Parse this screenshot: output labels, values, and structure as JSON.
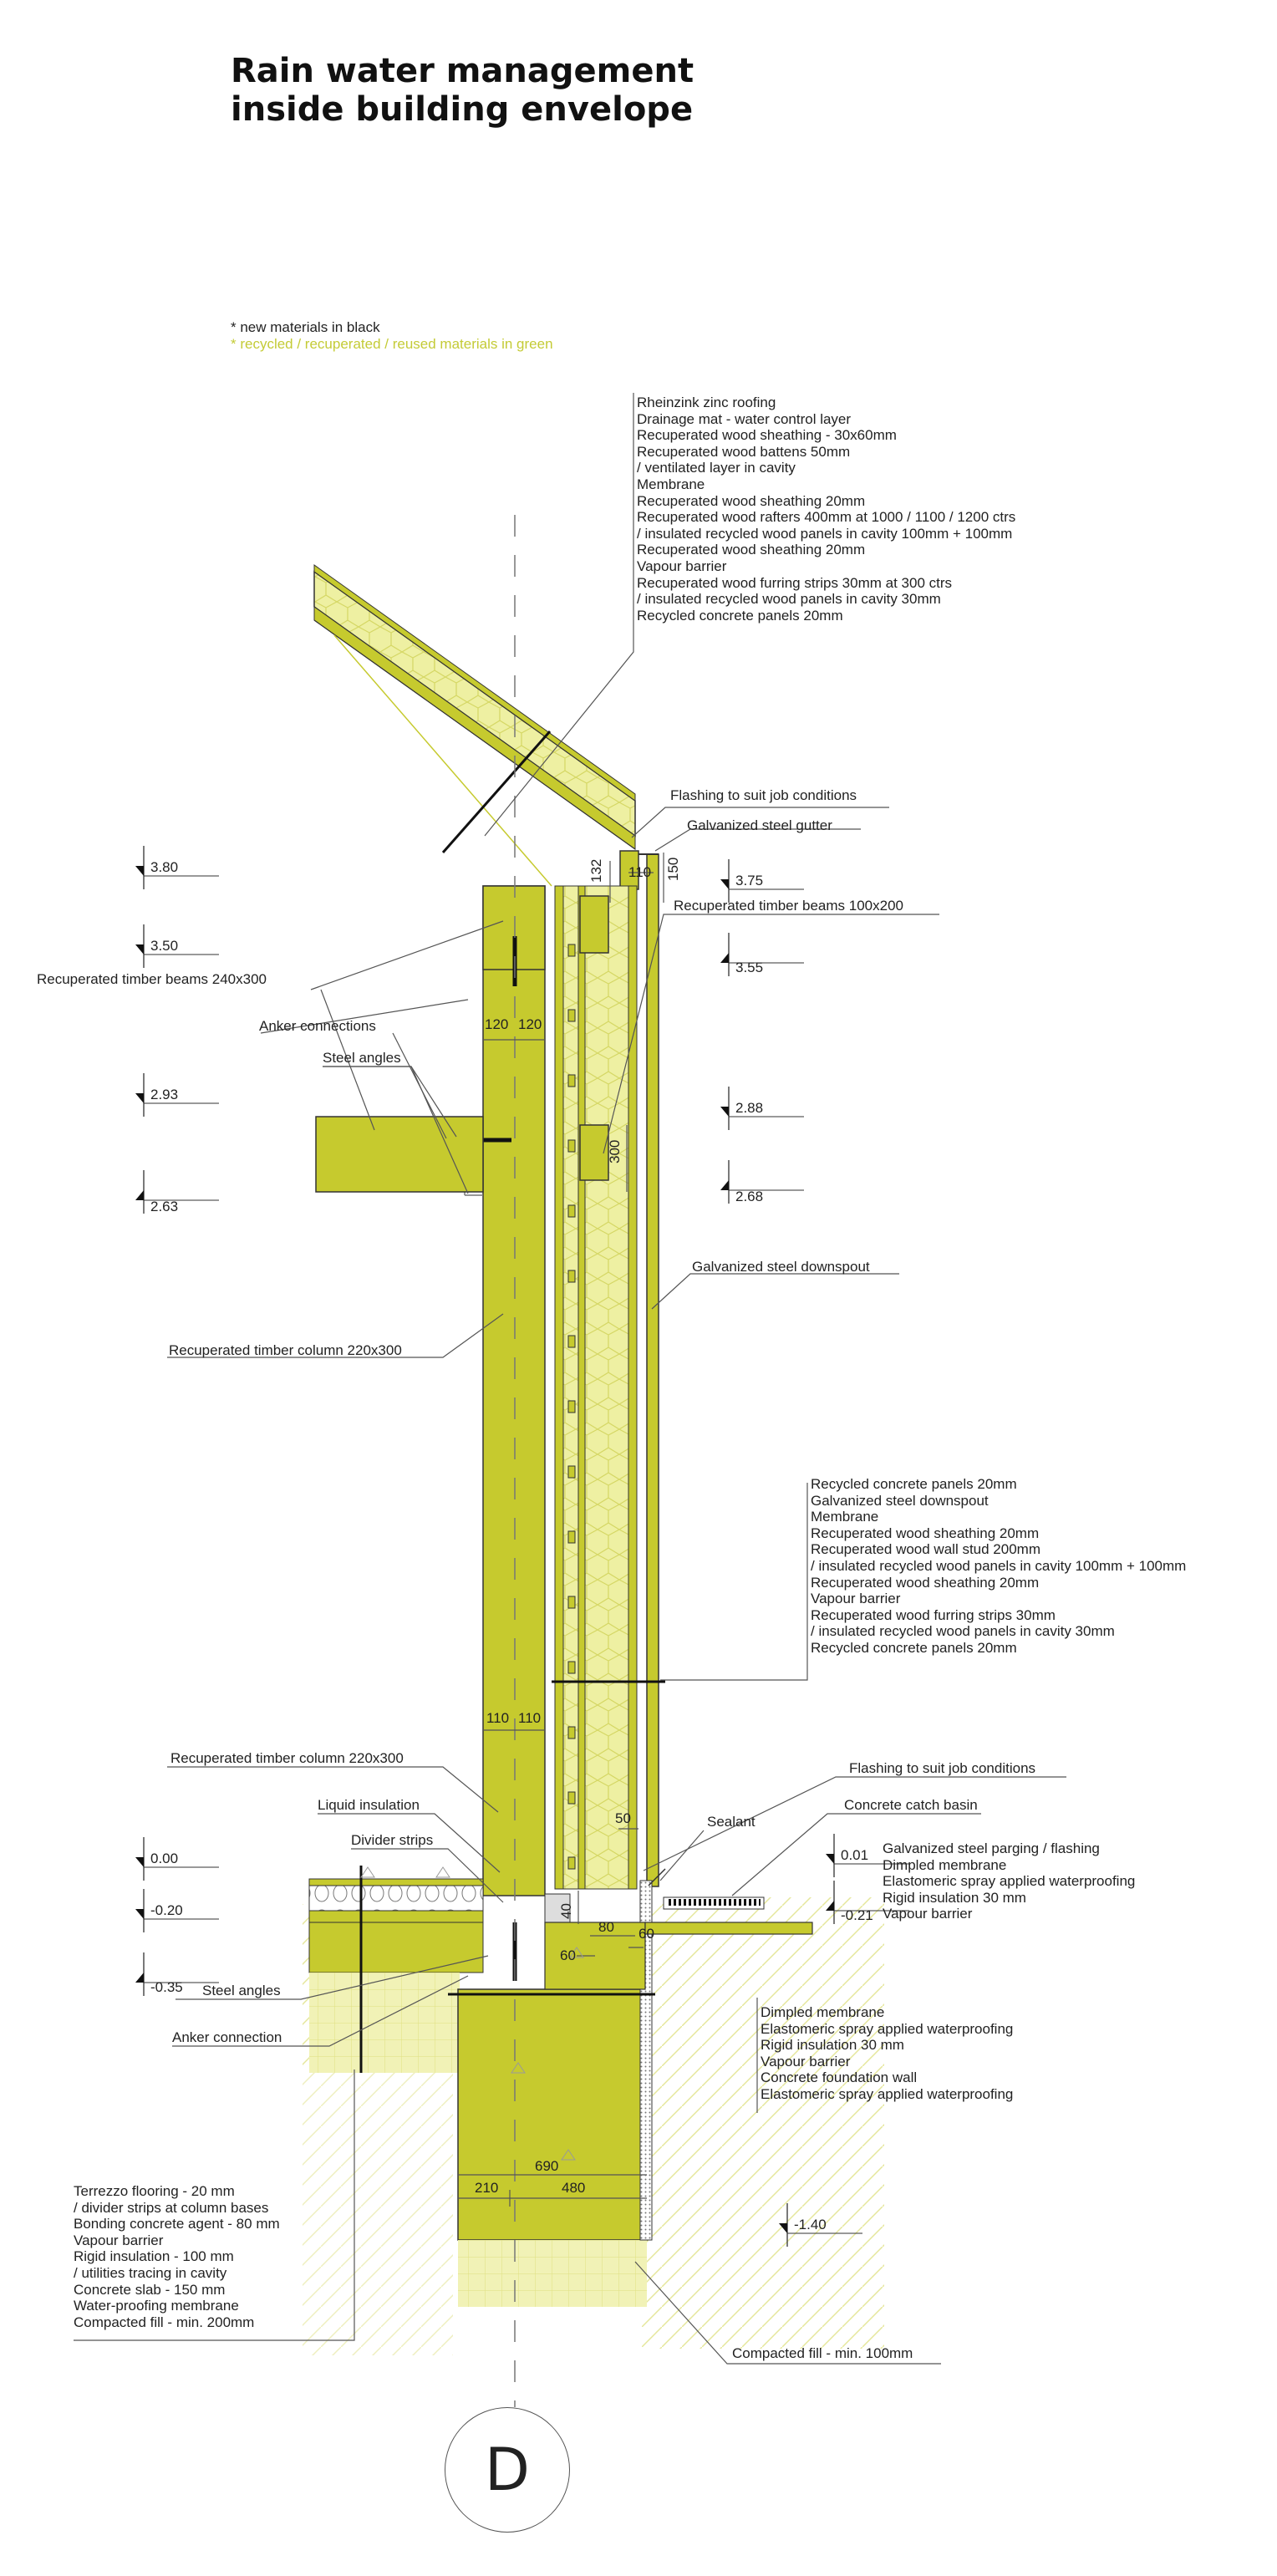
{
  "title": [
    "Rain water management",
    "inside building envelope"
  ],
  "legend": {
    "new": "* new materials in black",
    "recycled": "* recycled / recuperated / reused materials in green"
  },
  "colors": {
    "material": "#c6ca2e",
    "insulation": "#eef0a2",
    "line": "#222222",
    "legend_green": "#c4cb36"
  },
  "notes": {
    "roof": [
      "Rheinzink zinc roofing",
      "Drainage mat - water control layer",
      "Recuperated wood sheathing - 30x60mm",
      "Recuperated wood battens 50mm",
      " / ventilated layer in cavity",
      "Membrane",
      "Recuperated wood sheathing 20mm",
      "Recuperated wood rafters 400mm at 1000 / 1100 / 1200 ctrs",
      " / insulated recycled wood panels in cavity 100mm + 100mm",
      "Recuperated wood sheathing 20mm",
      "Vapour barrier",
      "Recuperated wood furring strips 30mm at 300 ctrs",
      " / insulated recycled wood panels in cavity 30mm",
      "Recycled concrete panels 20mm"
    ],
    "wall": [
      "Recycled concrete panels 20mm",
      "Galvanized steel downspout",
      "Membrane",
      "Recuperated wood sheathing 20mm",
      "Recuperated wood wall stud 200mm",
      " / insulated recycled wood panels in cavity 100mm + 100mm",
      "Recuperated wood sheathing 20mm",
      "Vapour barrier",
      "Recuperated wood furring strips 30mm",
      " / insulated recycled wood panels in cavity 30mm",
      "Recycled concrete panels 20mm"
    ],
    "parging": [
      "Galvanized steel parging / flashing",
      "Dimpled membrane",
      "Elastomeric spray applied waterproofing",
      "Rigid insulation 30 mm",
      "Vapour barrier"
    ],
    "foundation": [
      "Dimpled membrane",
      "Elastomeric spray applied waterproofing",
      "Rigid insulation 30 mm",
      "Vapour barrier",
      "Concrete foundation wall",
      "Elastomeric spray applied waterproofing"
    ],
    "floor": [
      "Terrezzo flooring - 20 mm",
      " / divider strips at column bases",
      "Bonding concrete agent - 80 mm",
      "Vapour barrier",
      "Rigid insulation - 100 mm",
      " / utilities tracing in cavity",
      "Concrete slab - 150 mm",
      "Water-proofing membrane",
      "Compacted fill - min. 200mm"
    ]
  },
  "labels": {
    "flashing_top": "Flashing to suit job conditions",
    "gutter": "Galvanized steel gutter",
    "beams_100": "Recuperated timber beams 100x200",
    "beams_240": "Recuperated timber beams 240x300",
    "anker_top": "Anker connections",
    "angles_top": "Steel angles",
    "downspout": "Galvanized steel downspout",
    "column_top": "Recuperated timber column 220x300",
    "column_bottom": "Recuperated timber column 220x300",
    "liquid": "Liquid insulation",
    "divider": "Divider strips",
    "flashing_bottom": "Flashing to suit job conditions",
    "catch": "Concrete catch basin",
    "sealant": "Sealant",
    "angles_bottom": "Steel angles",
    "anker_bottom": "Anker connection",
    "compacted": "Compacted fill - min. 100mm"
  },
  "levels": [
    "3.80",
    "3.50",
    "2.93",
    "2.63",
    "3.75",
    "3.55",
    "2.88",
    "2.68",
    "0.00",
    "-0.20",
    "-0.35",
    "0.01",
    "-0.21",
    "-1.40"
  ],
  "dims": [
    "120",
    "120",
    "110",
    "132",
    "150",
    "300",
    "110",
    "110",
    "50",
    "40",
    "60",
    "80",
    "60",
    "690",
    "210",
    "480"
  ],
  "reference": "D"
}
